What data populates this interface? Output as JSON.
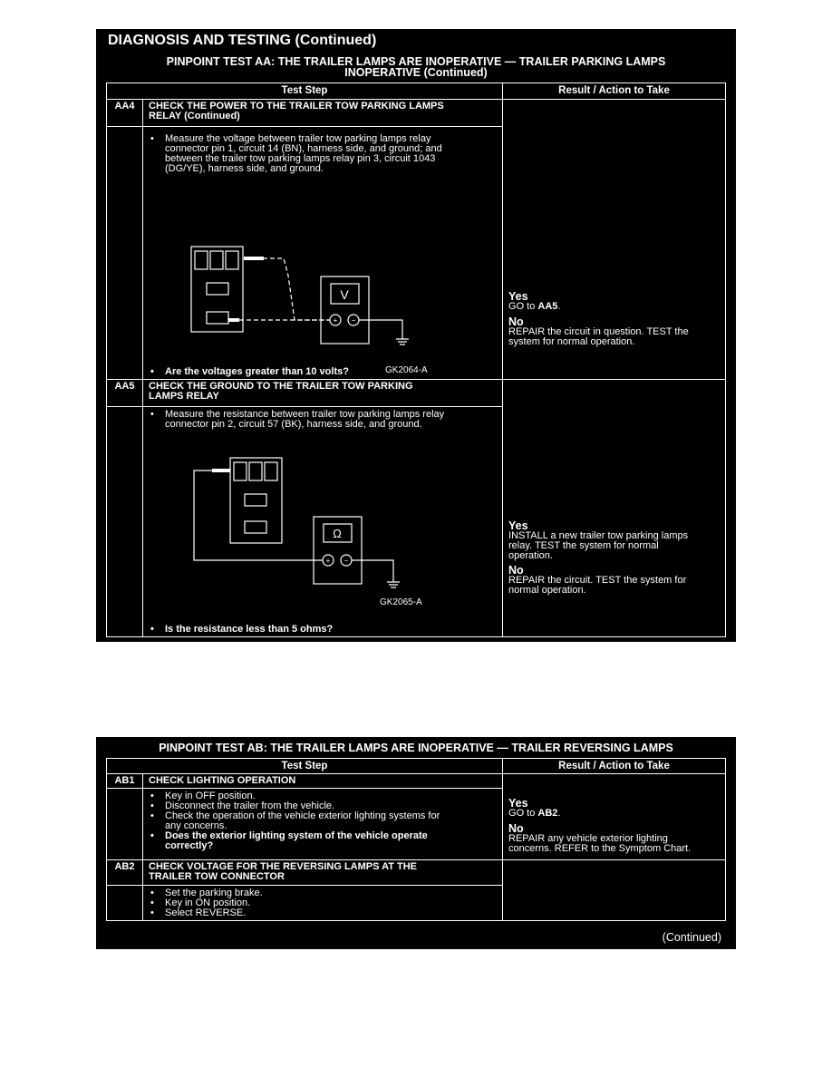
{
  "page1": {
    "header": "DIAGNOSIS AND TESTING (Continued)",
    "title_line1": "PINPOINT TEST AA: THE TRAILER LAMPS ARE INOPERATIVE — TRAILER PARKING LAMPS",
    "title_line2": "INOPERATIVE (Continued)",
    "col_step": "Test Step",
    "col_result": "Result / Action to Take",
    "aa4": {
      "code": "AA4",
      "title_line1": "CHECK THE POWER TO THE TRAILER TOW PARKING LAMPS",
      "title_line2": "RELAY (Continued)",
      "bullet1_lines": [
        "Measure the voltage between trailer tow parking lamps relay",
        "connector pin 1, circuit 14 (BN), harness side, and ground; and",
        "between the trailer tow parking lamps relay pin 3, circuit 1043",
        "(DG/YE), harness side, and ground."
      ],
      "meter_symbol": "V",
      "figure_id": "GK2064-A",
      "question": "Are the voltages greater than 10 volts?",
      "yes_label": "Yes",
      "yes_text_pre": "GO to ",
      "yes_text_link": "AA5",
      "yes_text_post": ".",
      "no_label": "No",
      "no_text_lines": [
        "REPAIR the circuit in question. TEST the",
        "system for normal operation."
      ]
    },
    "aa5": {
      "code": "AA5",
      "title_line1": "CHECK THE GROUND TO THE TRAILER TOW PARKING",
      "title_line2": "LAMPS RELAY",
      "bullet1_lines": [
        "Measure the resistance between trailer tow parking lamps relay",
        "connector pin 2, circuit 57 (BK), harness side, and ground."
      ],
      "meter_symbol": "Ω",
      "figure_id": "GK2065-A",
      "question": "Is the resistance less than 5 ohms?",
      "yes_label": "Yes",
      "yes_text_lines": [
        "INSTALL a new trailer tow parking lamps",
        "relay. TEST the system for normal",
        "operation."
      ],
      "no_label": "No",
      "no_text_lines": [
        "REPAIR the circuit. TEST the system for",
        "normal operation."
      ]
    }
  },
  "page2": {
    "title": "PINPOINT TEST AB: THE TRAILER LAMPS ARE INOPERATIVE — TRAILER REVERSING LAMPS",
    "col_step": "Test Step",
    "col_result": "Result / Action to Take",
    "ab1": {
      "code": "AB1",
      "title": "CHECK LIGHTING OPERATION",
      "b1": "Key in OFF position.",
      "b2": "Disconnect the trailer from the vehicle.",
      "b3_lines": [
        "Check the operation of the vehicle exterior lighting systems for",
        "any concerns."
      ],
      "b4_lines": [
        "Does the exterior lighting system of the vehicle operate",
        "correctly?"
      ],
      "yes_label": "Yes",
      "yes_text_pre": "GO to ",
      "yes_text_link": "AB2",
      "yes_text_post": ".",
      "no_label": "No",
      "no_text_lines": [
        "REPAIR any vehicle exterior lighting",
        "concerns. REFER to the Symptom Chart."
      ]
    },
    "ab2": {
      "code": "AB2",
      "title_line1": "CHECK VOLTAGE FOR THE REVERSING LAMPS AT THE",
      "title_line2": "TRAILER TOW CONNECTOR",
      "b1": "Set the parking brake.",
      "b2": "Key in ON position.",
      "b3": "Select REVERSE."
    },
    "continued": "(Continued)"
  }
}
